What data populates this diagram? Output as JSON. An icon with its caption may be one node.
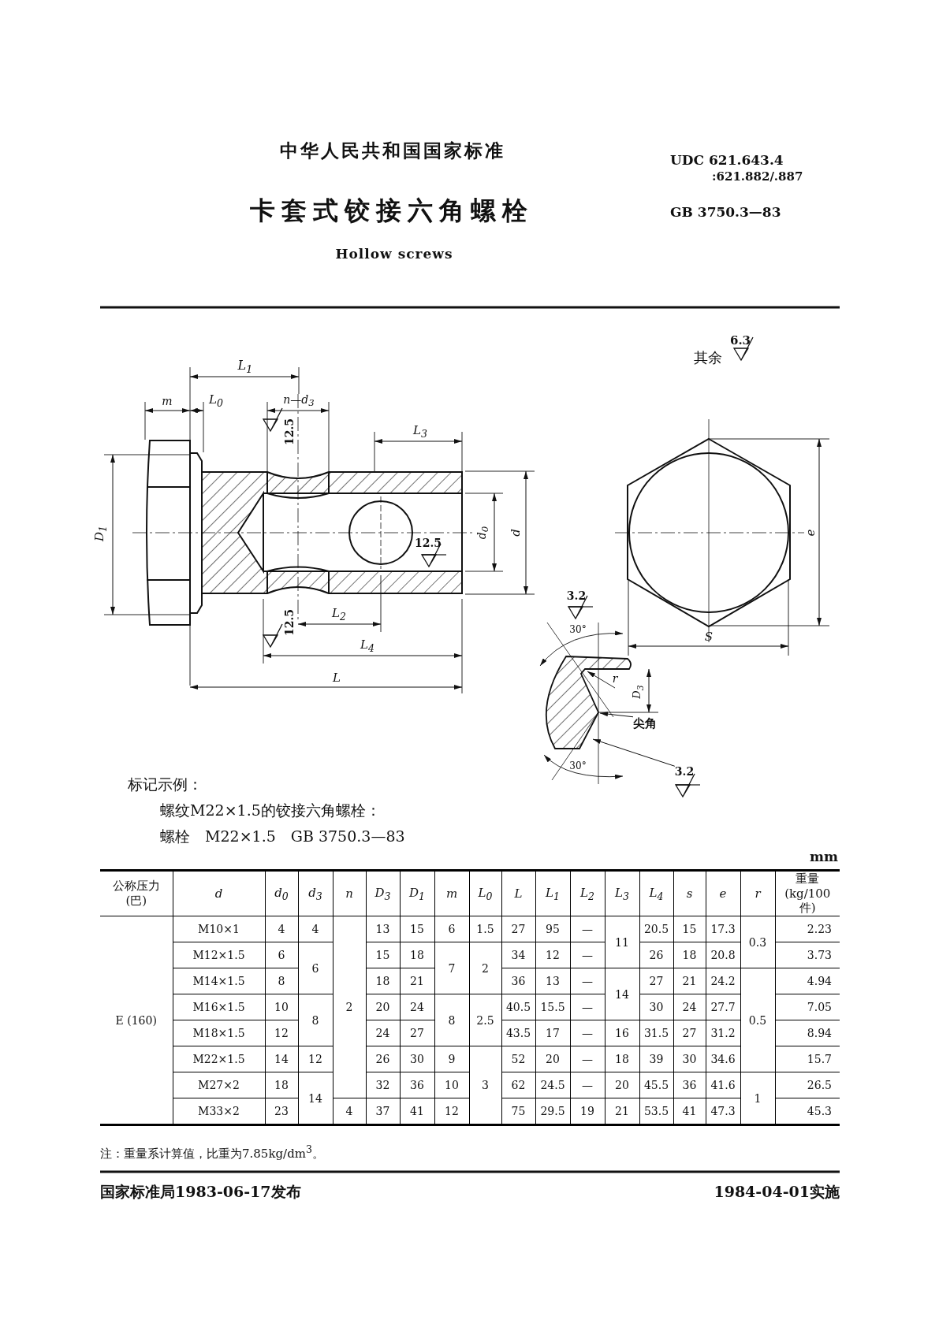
{
  "diagram": {
    "title": "卡套式铰接六角螺栓",
    "nodes": [
      {
        "text": [
          "尖角"
        ]
      },
      {
        "text": [
          "3.2"
        ]
      },
      {
        "text": [],
        "shape": "picture"
      }
    ],
    "edges": [
      {
        "from": 0,
        "to": 2,
        "arrow": "to"
      },
      {
        "from": 1,
        "to": 2,
        "arrow": "to"
      }
    ],
    "labels": [
      "中华人民共和国国家标准",
      "UDC 621.643.4",
      ":621.882/.887",
      "GB 3750.3—83",
      "Hollow screws",
      "其余",
      "6.3",
      "L$_{1}$",
      "m",
      "L$_{0}$",
      "n—d$_{3}$",
      "12.5",
      "L$_{3}$",
      "D$_{1}$",
      "12.5",
      "d$_{0}$",
      "d",
      "e",
      "3.2",
      "30°",
      "r",
      "D$_{3}$",
      "12.5",
      "L$_{2}$",
      "S",
      "L$_{4}$",
      "L",
      "30°",
      "标记示例：",
      "螺纹M22×1.5的铰接六角螺栓：",
      "螺栓　M22×1.5　GB 3750.3—83",
      "mm",
      "公称压力 (巴)",
      "d",
      "d$_{0}$",
      "d$_{3}$",
      "n",
      "D$_{3}$",
      "D$_{1}$",
      "m",
      "L$_{0}$",
      "L",
      "L$_{1}$",
      "L$_{2}$",
      "L$_{3}$",
      "L$_{4}$",
      "s",
      "e",
      "r",
      "重量 (kg/100件)",
      "E (160)",
      "M10×1",
      "4",
      "4",
      "2",
      "13",
      "15",
      "6",
      "1.5",
      "27",
      "95",
      "—",
      "11",
      "20.5",
      "15",
      "17.3",
      "0.3",
      "2.23",
      "M12×1.5",
      "6",
      "6",
      "15",
      "18",
      "7",
      "2",
      "34",
      "12",
      "—",
      "26",
      "18",
      "20.8",
      "3.73",
      "M14×1.5",
      "8",
      "18",
      "21",
      "36",
      "13",
      "—",
      "14",
      "27",
      "21",
      "24.2",
      "0.5",
      "4.94",
      "M16×1.5",
      "10",
      "8",
      "20",
      "24",
      "8",
      "2.5",
      "40.5",
      "15.5",
      "—",
      "30",
      "24",
      "27.7",
      "7.05",
      "M18×1.5",
      "12",
      "24",
      "27",
      "43.5",
      "17",
      "—",
      "16",
      "31.5",
      "27",
      "31.2",
      "8.94",
      "M22×1.5",
      "14",
      "12",
      "26",
      "30",
      "9",
      "3",
      "52",
      "20",
      "—",
      "18",
      "39",
      "30",
      "34.6",
      "15.7",
      "M27×2",
      "18",
      "14",
      "32",
      "36",
      "10",
      "62",
      "24.5",
      "—",
      "20",
      "45.5",
      "36",
      "41.6",
      "1",
      "26.5",
      "M33×2",
      "23",
      "4",
      "37",
      "41",
      "12",
      "75",
      "29.5",
      "19",
      "21",
      "53.5",
      "41",
      "47.3",
      "45.3",
      "注：重量系计算值，比重为7.85kg/dm$^{3}$。",
      "国家标准局1983-06-17发布",
      "1984-04-01实施"
    ]
  }
}
